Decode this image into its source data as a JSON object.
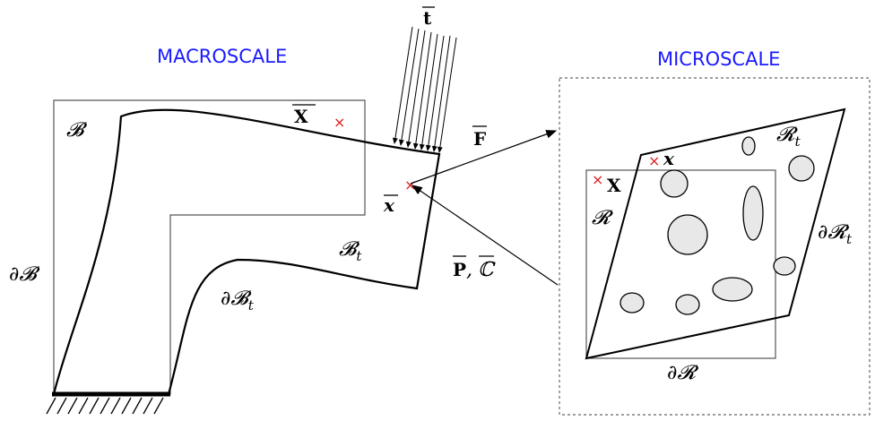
{
  "labels": {
    "macroscale": "MACROSCALE",
    "microscale": "MICROSCALE",
    "ref_body": "𝓑",
    "ref_boundary": "∂𝓑",
    "cur_body": "𝓑",
    "cur_body_sub": "t",
    "cur_boundary": "∂𝓑",
    "cur_boundary_sub": "t",
    "macro_X": "X",
    "macro_x": "x",
    "traction": "t",
    "def_grad": "F",
    "stress": "P",
    "stress_sep": ",",
    "tangent": "ℂ",
    "rve_ref": "𝓡",
    "rve_ref_boundary": "∂𝓡",
    "rve_cur": "𝓡",
    "rve_cur_sub": "t",
    "rve_cur_boundary": "∂𝓡",
    "rve_cur_boundary_sub": "t",
    "micro_X": "X",
    "micro_x": "x",
    "marker": "×"
  },
  "colors": {
    "scale_label": "#1a1aff",
    "marker": "#e02020",
    "inclusion_fill": "#e8e8e8",
    "line": "#000000",
    "ref_config": "#555555"
  }
}
